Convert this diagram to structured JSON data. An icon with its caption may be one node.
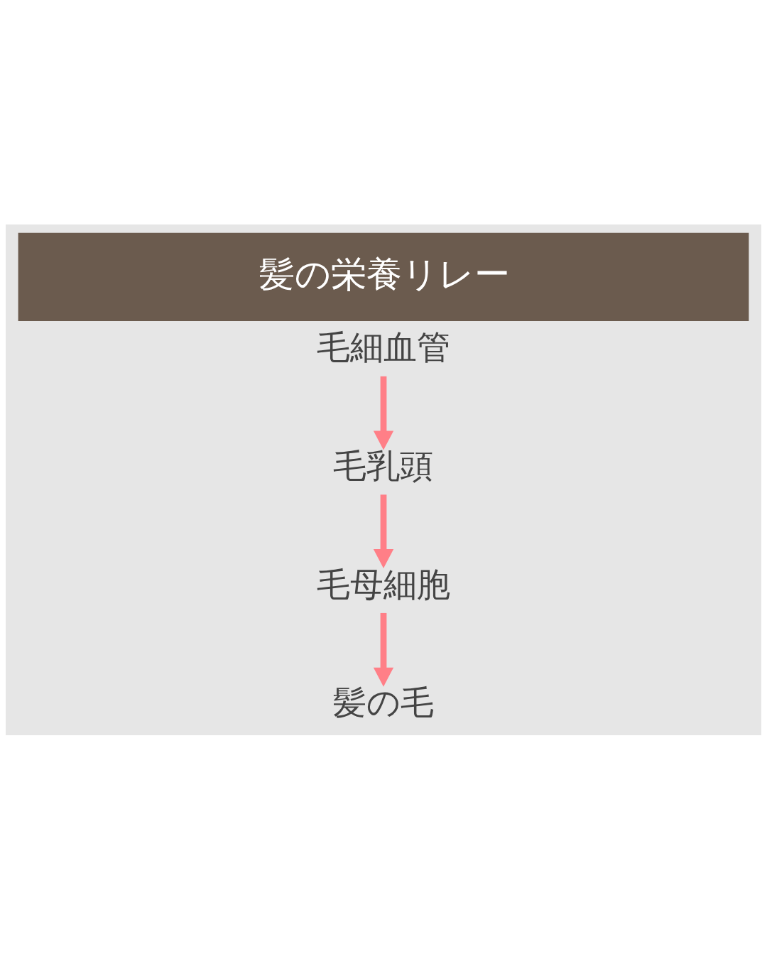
{
  "diagram": {
    "title": "髪の栄養リレー",
    "nodes": [
      {
        "text": [
          "毛細血管"
        ]
      },
      {
        "text": [
          "毛乳頭"
        ]
      },
      {
        "text": [
          "毛母細胞"
        ]
      },
      {
        "text": [
          "髪の毛"
        ]
      }
    ],
    "edges": [
      {
        "from": 0,
        "to": 1,
        "arrow": "to"
      },
      {
        "from": 1,
        "to": 2,
        "arrow": "to"
      },
      {
        "from": 2,
        "to": 3,
        "arrow": "to"
      }
    ]
  }
}
